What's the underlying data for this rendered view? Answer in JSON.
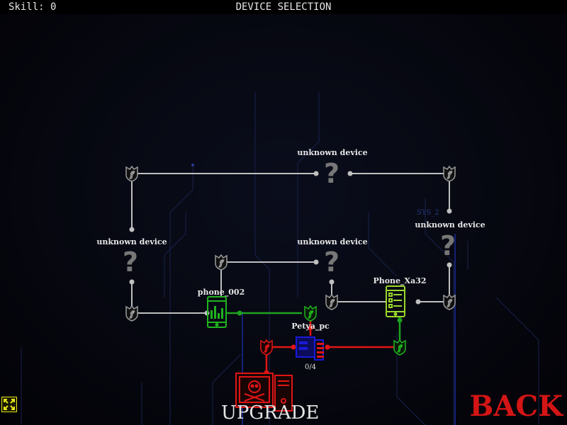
{
  "header": {
    "skill": "Skill: 0",
    "title": "DEVICE SELECTION"
  },
  "devices": {
    "unknown_top": "unknown device",
    "unknown_left": "unknown device",
    "unknown_mid": "unknown device",
    "unknown_right": "unknown device",
    "phone_002": "phone_002",
    "phone_xa32": "Phone_Xa32",
    "petya_pc": "Petya_pc",
    "petya_progress": "0/4"
  },
  "unknown_glyph": "?",
  "buttons": {
    "back": "BACK",
    "upgrade": "UPGRADE"
  },
  "icons": [
    "firewall-icon",
    "unknown-device-icon",
    "phone-icon",
    "server-icon",
    "virus-computer-icon",
    "fullscreen-icon"
  ],
  "colors": {
    "background": "#05060d",
    "link_gray": "#bfbfbf",
    "link_green": "#1fa31f",
    "link_red": "#e01515",
    "node_blue": "#1a1ad8",
    "phone_dark_green": "#1fb41f",
    "phone_lime": "#9bd82a",
    "back_red": "#d41515",
    "fullscreen_yellow": "#e6e61a"
  }
}
